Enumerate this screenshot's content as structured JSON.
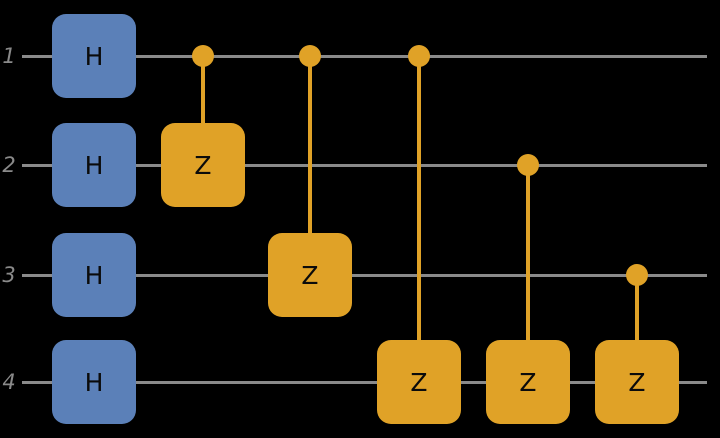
{
  "circuit": {
    "qubit_labels": [
      "1",
      "2",
      "3",
      "4"
    ],
    "gates": {
      "hadamard": {
        "symbol": "H",
        "qubits": [
          "1",
          "2",
          "3",
          "4"
        ]
      },
      "controlled_z": {
        "symbol": "Z",
        "pairs": [
          {
            "control": "1",
            "target": "2"
          },
          {
            "control": "1",
            "target": "3"
          },
          {
            "control": "1",
            "target": "4"
          },
          {
            "control": "2",
            "target": "4"
          },
          {
            "control": "3",
            "target": "4"
          }
        ]
      }
    }
  },
  "colors": {
    "background": "#000000",
    "wire": "#8a8a8a",
    "label": "#8a8a8a",
    "h_fill": "#5b80b8",
    "cz_fill": "#e0a227",
    "gate_text": "#0b0b0b"
  }
}
